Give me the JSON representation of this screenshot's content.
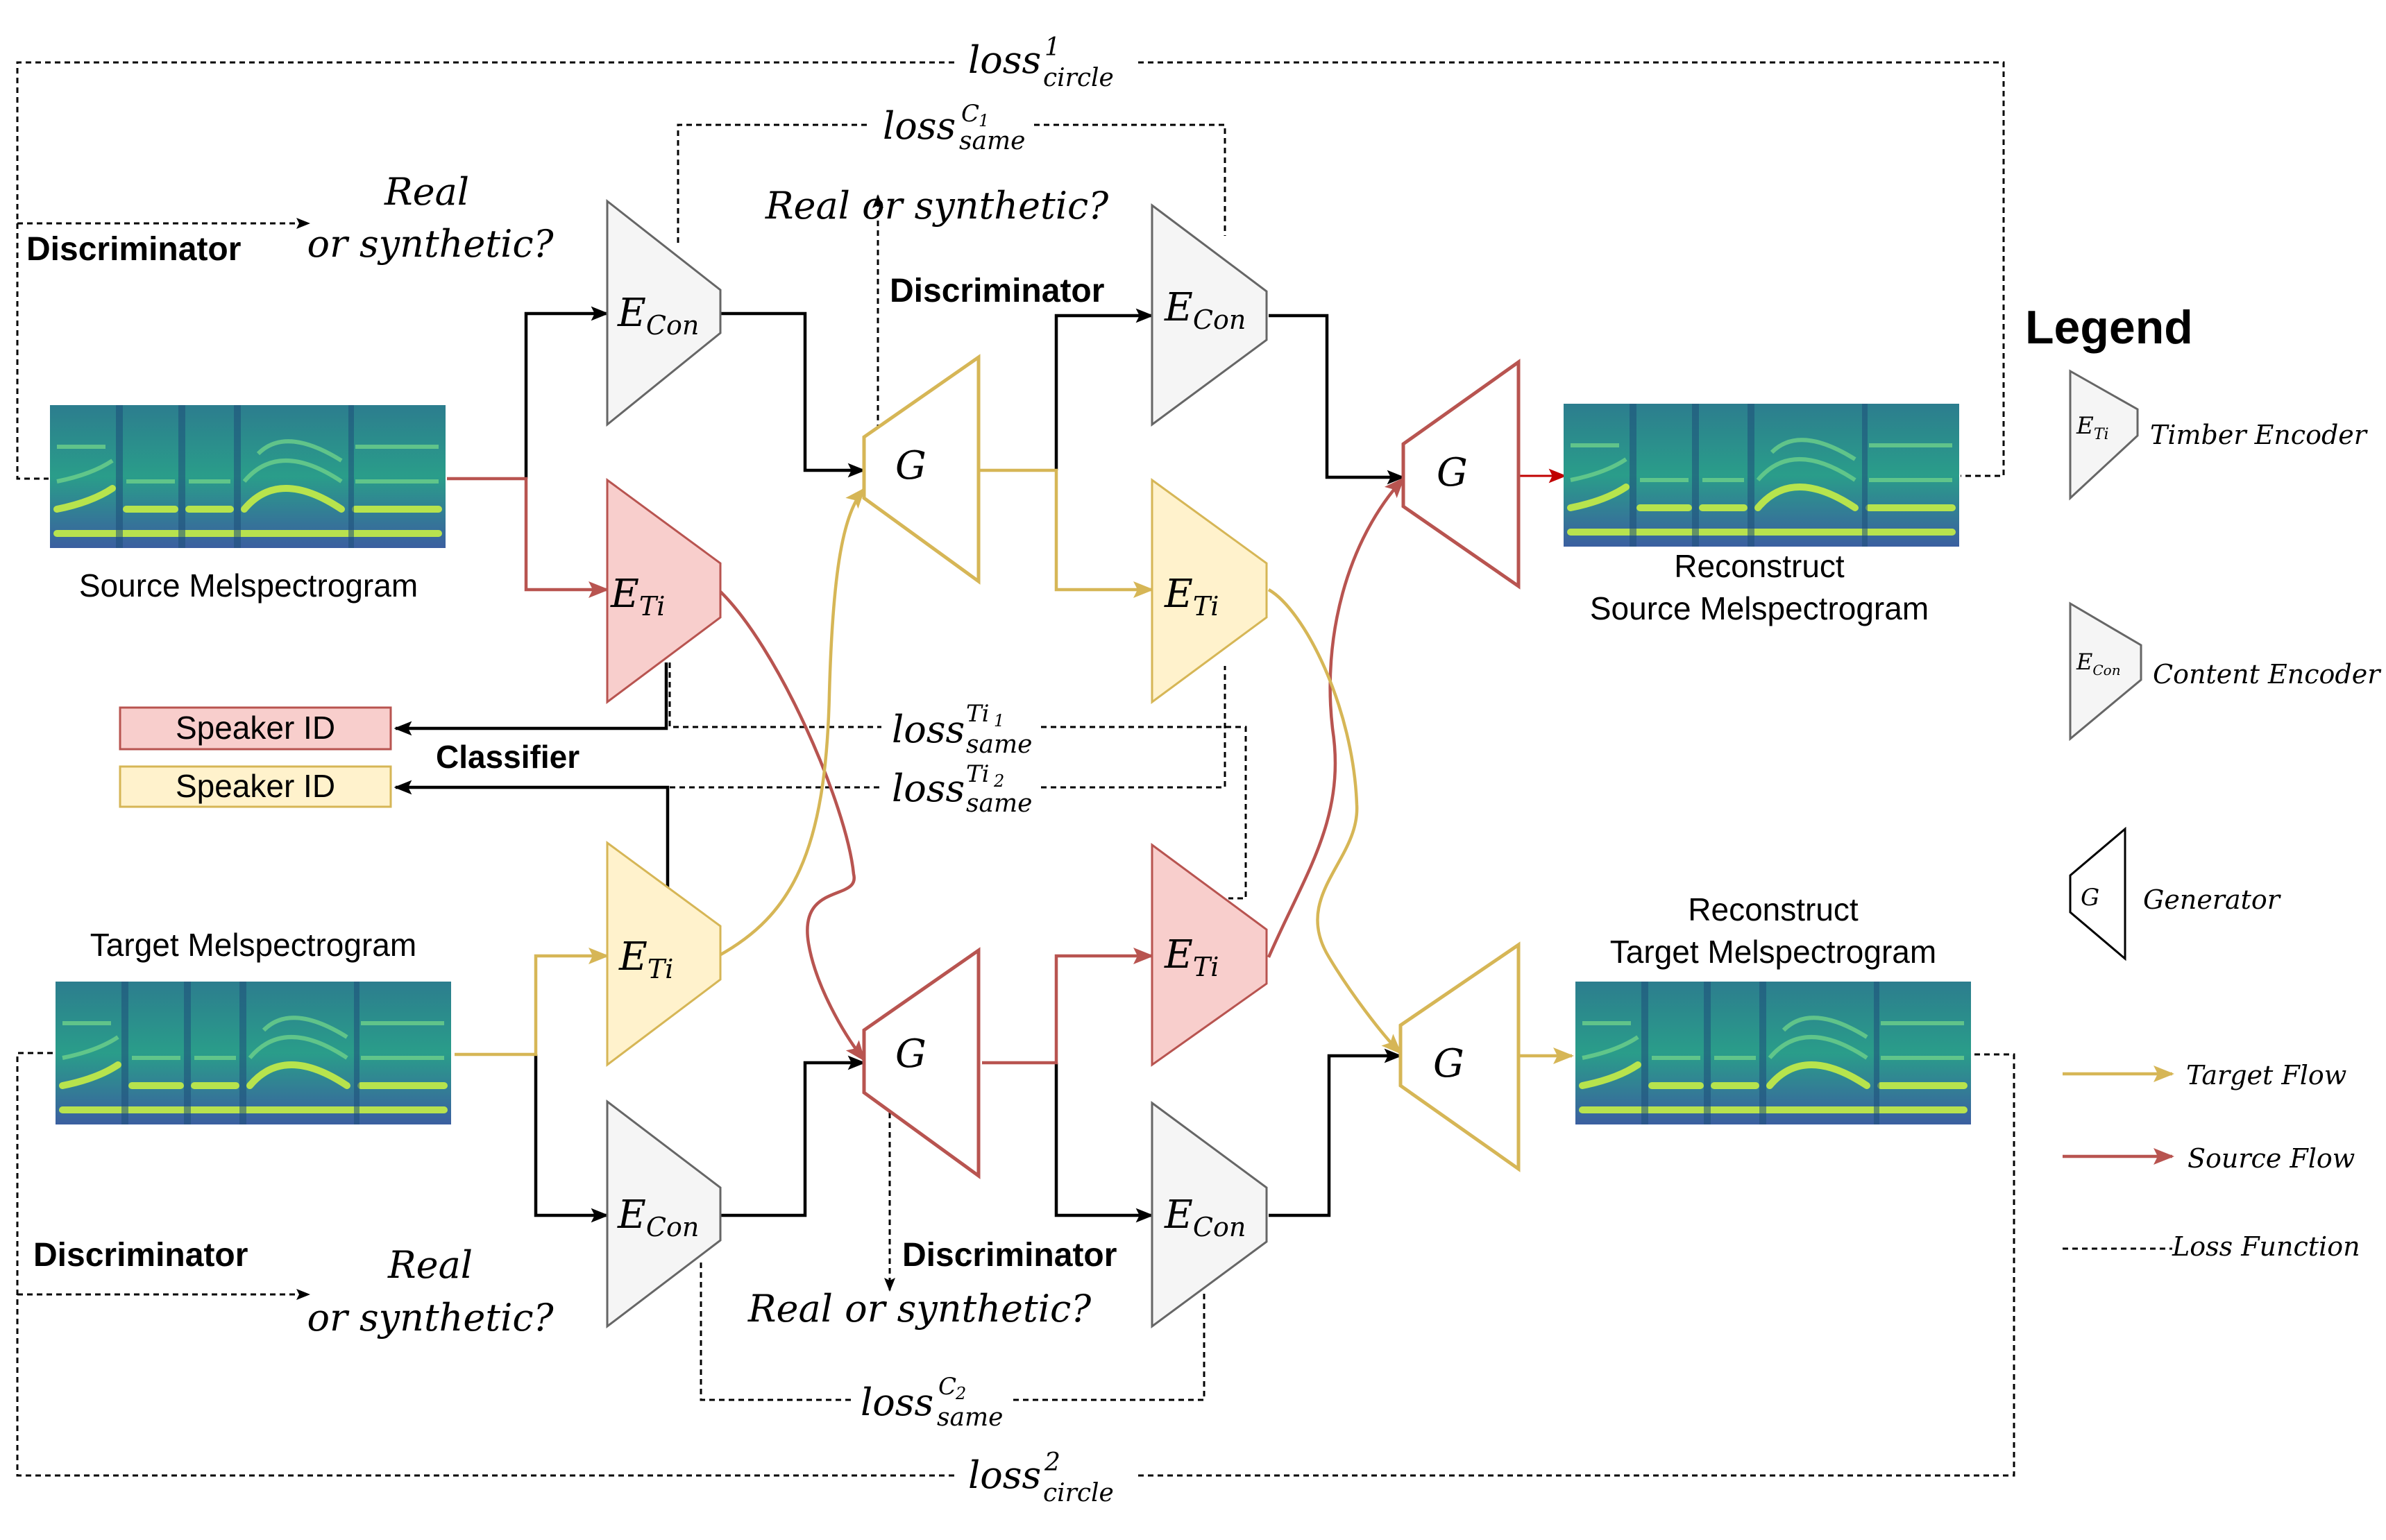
{
  "colors": {
    "target": "#d6b656",
    "target_fill": "#fff2cc",
    "source": "#b85450",
    "source_fill": "#f8cecc",
    "encoder_fill": "#f5f5f5",
    "encoder_stroke": "#666666",
    "black": "#000000",
    "dark_red": "#c00000"
  },
  "labels": {
    "source_mel": "Source Melspectrogram",
    "target_mel": "Target Melspectrogram",
    "reconstruct": "Reconstruct",
    "reconstruct_source": "Source Melspectrogram",
    "reconstruct_target": "Target Melspectrogram",
    "speaker_id": "Speaker ID",
    "classifier": "Classifier",
    "discriminator": "Discriminator",
    "real": "Real",
    "or_synthetic": "or synthetic?",
    "real_or_synthetic": "Real or synthetic?"
  },
  "blocks": {
    "e_con": {
      "base": "E",
      "sub": "Con"
    },
    "e_ti": {
      "base": "E",
      "sub": "Ti"
    },
    "g": "G"
  },
  "losses": {
    "circle1": {
      "base": "loss",
      "sup": "1",
      "sub": "circle"
    },
    "circle2": {
      "base": "loss",
      "sup": "2",
      "sub": "circle"
    },
    "same_c1": {
      "base": "loss",
      "sup": "C",
      "sup_sub": "1",
      "sub": "same"
    },
    "same_c2": {
      "base": "loss",
      "sup": "C",
      "sup_sub": "2",
      "sub": "same"
    },
    "same_ti1": {
      "base": "loss",
      "sup": "Ti",
      "sup_sub": "1",
      "sub": "same"
    },
    "same_ti2": {
      "base": "loss",
      "sup": "Ti",
      "sup_sub": "2",
      "sub": "same"
    }
  },
  "legend": {
    "title": "Legend",
    "timber_encoder": "Timber Encoder",
    "content_encoder": "Content Encoder",
    "generator": "Generator",
    "target_flow": "Target Flow",
    "source_flow": "Source Flow",
    "loss_function": "Loss Function"
  }
}
